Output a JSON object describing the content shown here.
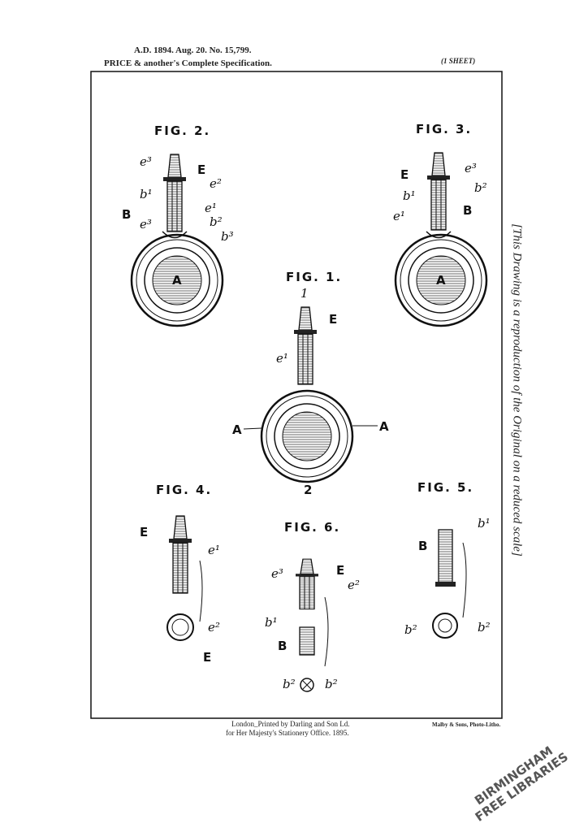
{
  "header": {
    "line1": "A.D. 1894. Aug. 20. No. 15,799.",
    "line2": "PRICE & another's Complete Specification.",
    "sheet": "(1 SHEET)"
  },
  "side_note": "[This Drawing is a reproduction of the Original on a reduced scale]",
  "footer": {
    "printer_line1": "London_Printed by Darling and Son Ld.",
    "printer_line2": "for Her Majesty's Stationery Office. 1895.",
    "litho": "Malby & Sons, Photo-Litho."
  },
  "stamp": {
    "line1": "BIRMINGHAM",
    "line2": "FREE LIBRARIES"
  },
  "figures": {
    "fig1": {
      "title": "FIG. 1.",
      "labels": [
        "1",
        "E",
        "e¹",
        "A",
        "A",
        "2"
      ]
    },
    "fig2": {
      "title": "FIG. 2.",
      "labels": [
        "e³",
        "E",
        "e²",
        "b¹",
        "e¹",
        "B",
        "e³",
        "b²",
        "b³",
        "A"
      ]
    },
    "fig3": {
      "title": "FIG. 3.",
      "labels": [
        "e³",
        "E",
        "b²",
        "b¹",
        "B",
        "e¹",
        "A"
      ]
    },
    "fig4": {
      "title": "FIG. 4.",
      "labels": [
        "E",
        "e¹",
        "e²",
        "E"
      ]
    },
    "fig5": {
      "title": "FIG. 5.",
      "labels": [
        "b¹",
        "B",
        "b²",
        "b²"
      ]
    },
    "fig6": {
      "title": "FIG. 6.",
      "labels": [
        "e³",
        "E",
        "e²",
        "b¹",
        "B",
        "b²",
        "b²"
      ]
    }
  }
}
